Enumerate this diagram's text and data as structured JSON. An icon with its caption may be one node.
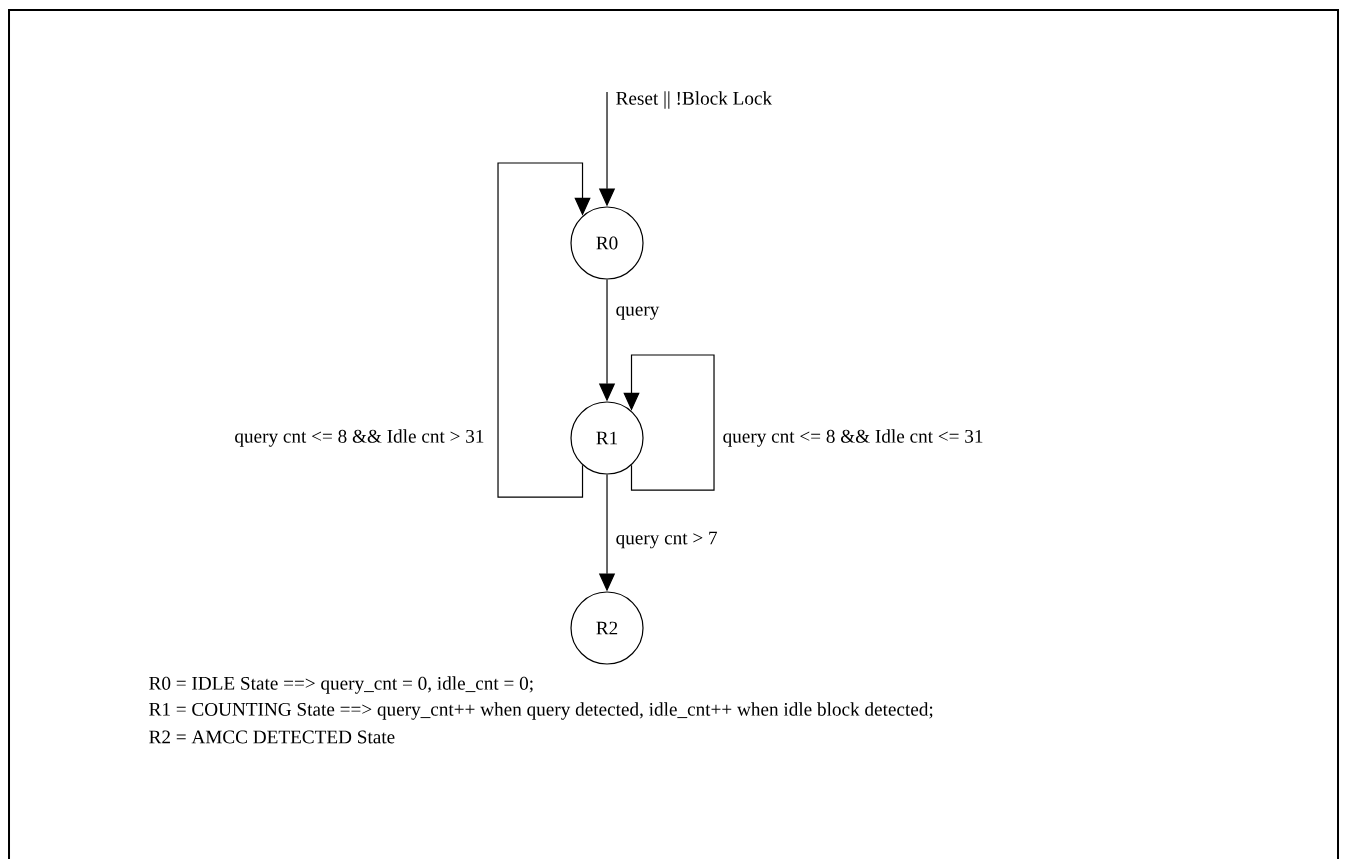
{
  "diagram": {
    "nodes": [
      {
        "text": [
          "R0"
        ]
      },
      {
        "text": [
          "R1"
        ]
      },
      {
        "text": [
          "R2"
        ]
      }
    ],
    "edges": [
      {
        "from": null,
        "to": 0,
        "arrow": "to",
        "label": "Reset || !Block Lock"
      },
      {
        "from": 0,
        "to": 1,
        "arrow": "to",
        "label": "query"
      },
      {
        "from": 1,
        "to": 0,
        "arrow": "to",
        "label": "query cnt <= 8 && Idle cnt > 31"
      },
      {
        "from": 1,
        "to": 1,
        "arrow": "to",
        "label": "query cnt <= 8 && Idle cnt <= 31"
      },
      {
        "from": 1,
        "to": 2,
        "arrow": "to",
        "label": "query cnt > 7"
      }
    ],
    "labels": [
      "R0 = IDLE State ==> query_cnt = 0, idle_cnt = 0;",
      "R1 = COUNTING State ==> query_cnt++ when query detected, idle_cnt++ when idle block detected;",
      "R2 = AMCC DETECTED State"
    ]
  }
}
